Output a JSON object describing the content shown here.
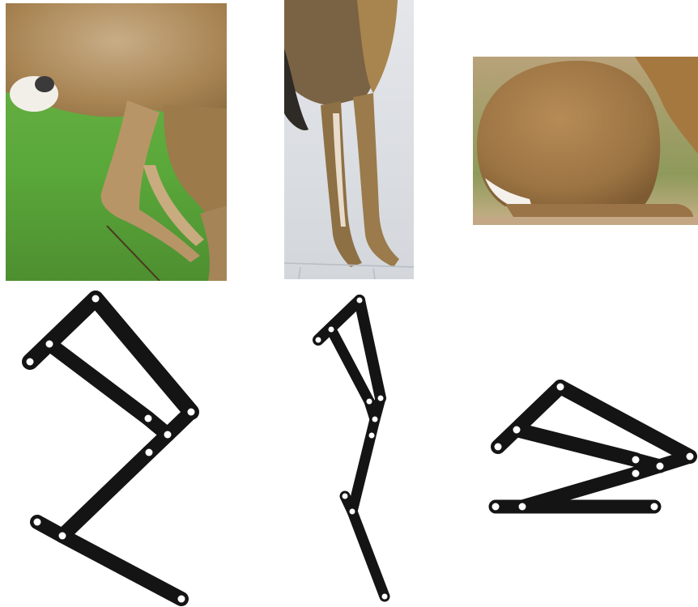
{
  "figure": {
    "panels": [
      {
        "id": "running",
        "photo_icon": "hare-hind-leg-running-photo",
        "linkage_icon": "running-leg-linkage-mechanism"
      },
      {
        "id": "standing",
        "photo_icon": "hare-hind-leg-standing-photo",
        "linkage_icon": "standing-leg-linkage-mechanism"
      },
      {
        "id": "sitting",
        "photo_icon": "hare-hind-leg-sitting-photo",
        "linkage_icon": "sitting-leg-linkage-mechanism"
      }
    ],
    "colors": {
      "linkage_bar": "#141414",
      "pin_joint": "#ffffff",
      "grass": "#5aa83a",
      "fur": "#a98554",
      "background": "#ffffff"
    }
  }
}
